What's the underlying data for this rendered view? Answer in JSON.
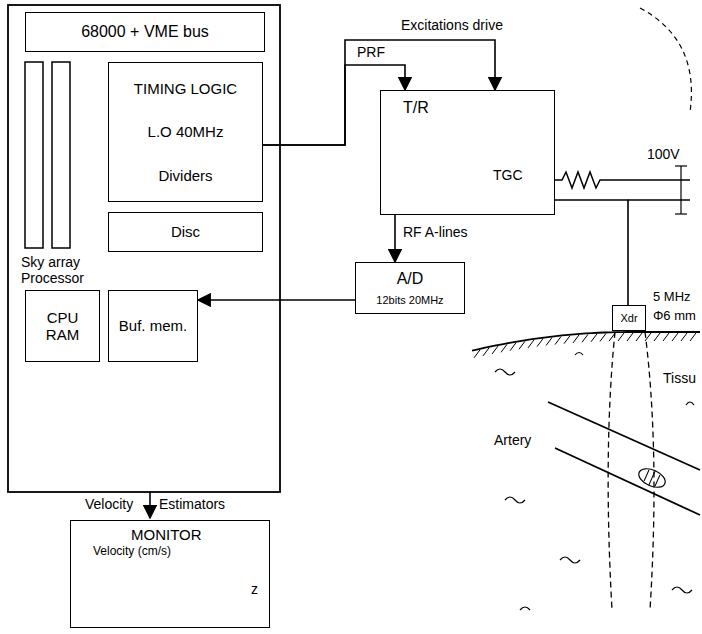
{
  "diagram": {
    "nodes": [
      {
        "text": [
          "68000 + VME bus"
        ]
      },
      {
        "text": [
          "TIMING LOGIC",
          "L.O 40MHz",
          "Dividers"
        ]
      },
      {
        "text": [
          "Disc"
        ]
      },
      {
        "text": [
          "CPU RAM"
        ]
      },
      {
        "text": [
          "Buf. mem."
        ]
      },
      {
        "text": [
          "T/R",
          "TGC"
        ]
      },
      {
        "text": [
          "A/D",
          "12bits 20MHz"
        ]
      },
      {
        "text": [
          "MONITOR",
          "Velocity (cm/s)",
          "z"
        ]
      },
      {
        "text": [
          "Xdr"
        ]
      }
    ],
    "edges": [
      {
        "from": 1,
        "to": 5,
        "arrow": "to",
        "label": "PRF"
      },
      {
        "from": 1,
        "to": 5,
        "arrow": "to",
        "label": "Excitations drive"
      },
      {
        "from": 5,
        "to": 6,
        "arrow": "to",
        "label": "RF A-lines"
      },
      {
        "from": 6,
        "to": 4,
        "arrow": "to"
      },
      {
        "from": 5,
        "to": 8,
        "arrow": "none"
      }
    ],
    "labels": [
      "Sky array Processor",
      "Velocity",
      "Estimators",
      "100V",
      "5 MHz",
      "Φ6 mm",
      "Tissu",
      "Artery"
    ]
  }
}
